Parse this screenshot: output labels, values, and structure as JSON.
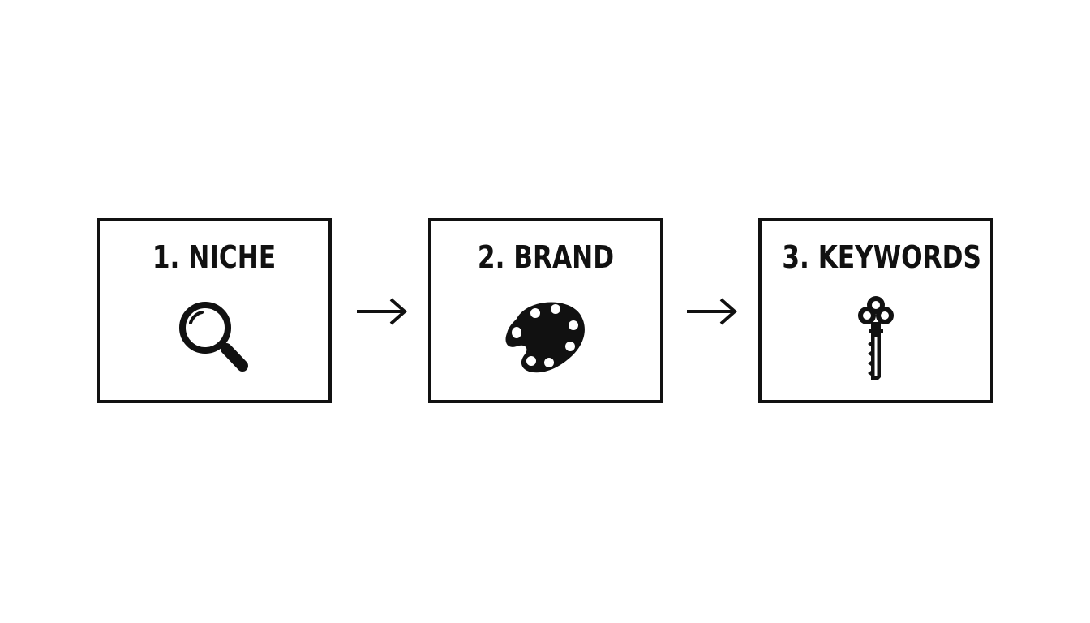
{
  "steps": [
    {
      "label": "1. NICHE",
      "icon": "magnifying-glass-icon"
    },
    {
      "label": "2. BRAND",
      "icon": "palette-icon"
    },
    {
      "label": "3. KEYWORDS",
      "icon": "key-icon"
    }
  ],
  "colors": {
    "stroke": "#111111",
    "background": "#ffffff"
  }
}
